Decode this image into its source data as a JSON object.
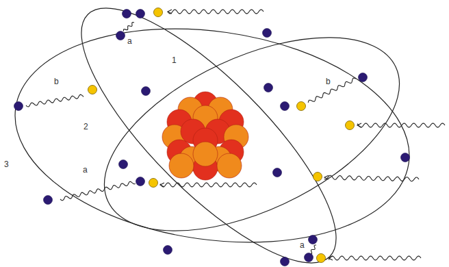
{
  "diagram": {
    "labels": [
      "a",
      "1",
      "b",
      "b",
      "2",
      "3",
      "a",
      "a"
    ]
  }
}
